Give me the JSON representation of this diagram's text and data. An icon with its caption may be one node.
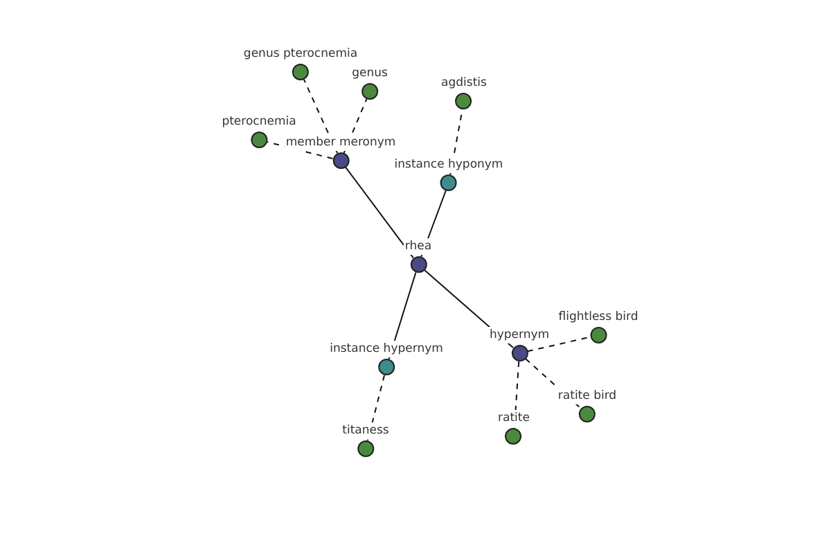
{
  "diagram": {
    "nodes": [
      {
        "text": [
          "genus pterocnemia"
        ]
      },
      {
        "text": [
          "genus"
        ]
      },
      {
        "text": [
          "agdistis"
        ]
      },
      {
        "text": [
          "pterocnemia"
        ]
      },
      {
        "text": [
          "member meronym"
        ]
      },
      {
        "text": [
          "instance hyponym"
        ]
      },
      {
        "text": [
          "rhea"
        ]
      },
      {
        "text": [
          "flightless bird"
        ]
      },
      {
        "text": [
          "hypernym"
        ]
      },
      {
        "text": [
          "instance hypernym"
        ]
      },
      {
        "text": [
          "ratite bird"
        ]
      },
      {
        "text": [
          "ratite"
        ]
      },
      {
        "text": [
          "titaness"
        ]
      }
    ],
    "edges": [
      {
        "from": 6,
        "to": 4,
        "arrow": "none"
      },
      {
        "from": 6,
        "to": 5,
        "arrow": "none"
      },
      {
        "from": 6,
        "to": 8,
        "arrow": "none"
      },
      {
        "from": 6,
        "to": 9,
        "arrow": "none"
      },
      {
        "from": 4,
        "to": 0,
        "arrow": "none",
        "style": "dashed"
      },
      {
        "from": 4,
        "to": 1,
        "arrow": "none",
        "style": "dashed"
      },
      {
        "from": 4,
        "to": 3,
        "arrow": "none",
        "style": "dashed"
      },
      {
        "from": 5,
        "to": 2,
        "arrow": "none",
        "style": "dashed"
      },
      {
        "from": 8,
        "to": 7,
        "arrow": "none",
        "style": "dashed"
      },
      {
        "from": 8,
        "to": 10,
        "arrow": "none",
        "style": "dashed"
      },
      {
        "from": 8,
        "to": 11,
        "arrow": "none",
        "style": "dashed"
      },
      {
        "from": 9,
        "to": 12,
        "arrow": "none",
        "style": "dashed"
      }
    ]
  }
}
